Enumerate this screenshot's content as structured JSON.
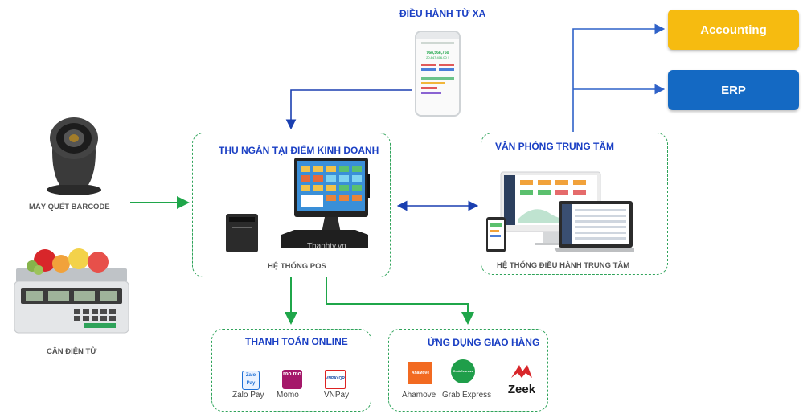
{
  "remote": {
    "title": "ĐIỀU HÀNH TỪ XA",
    "phone_amount": "968,568,750",
    "phone_sub": "20,847,406.00 ₫"
  },
  "pos_box": {
    "title": "THU NGÂN TẠI ĐIỂM KINH DOANH",
    "caption": "HỆ THỐNG POS"
  },
  "office_box": {
    "title": "VĂN PHÒNG TRUNG TÂM",
    "caption": "HỆ THỐNG ĐIỀU HÀNH TRUNG TÂM"
  },
  "devices": {
    "barcode": "MÁY QUÉT BARCODE",
    "scale": "CÂN ĐIỆN TỬ"
  },
  "systems": {
    "accounting": {
      "label": "Accounting",
      "color": "#f6bb10"
    },
    "erp": {
      "label": "ERP",
      "color": "#1469c3"
    }
  },
  "payment": {
    "title": "THANH TOÁN ONLINE",
    "items": [
      {
        "label": "Zalo Pay",
        "logo_text": "Zalo Pay"
      },
      {
        "label": "Momo",
        "logo_text": "mo mo"
      },
      {
        "label": "VNPay",
        "logo_text": "VNPAYQR"
      }
    ]
  },
  "delivery": {
    "title": "ỨNG DỤNG GIAO HÀNG",
    "items": [
      {
        "label": "Ahamove",
        "logo_text": "AhaMove"
      },
      {
        "label": "Grab Express",
        "logo_text": "GrabExpress"
      },
      {
        "label": "",
        "logo_text": "Zeek"
      }
    ]
  },
  "watermark": "Thanhtv.vn",
  "colors": {
    "green_arrow": "#1fa64a",
    "blue_arrow": "#1a3fb0",
    "accounting": "#f6bb10",
    "erp": "#1469c3"
  }
}
